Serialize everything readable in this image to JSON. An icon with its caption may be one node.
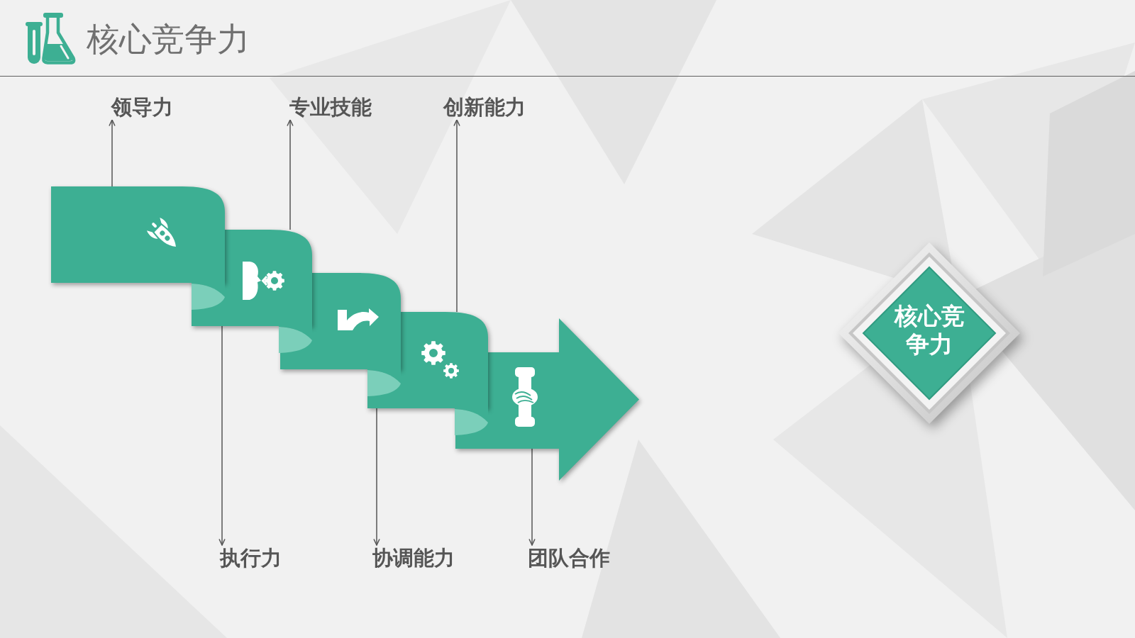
{
  "diagram": {
    "title": "核心竞争力",
    "nodes": [
      {
        "text": [
          "领导力"
        ]
      },
      {
        "text": [
          "专业技能"
        ]
      },
      {
        "text": [
          "创新能力"
        ]
      },
      {
        "text": [],
        "shape": "box"
      },
      {
        "text": [],
        "shape": "box"
      },
      {
        "text": [],
        "shape": "box"
      },
      {
        "text": [],
        "shape": "box"
      },
      {
        "text": [],
        "shape": "arrow"
      },
      {
        "text": [
          "核心竞争力"
        ]
      },
      {
        "text": [
          "执行力"
        ]
      },
      {
        "text": [
          "协调能力"
        ]
      },
      {
        "text": [
          "团队合作"
        ]
      }
    ],
    "edges": [
      {
        "from": 3,
        "to": 0,
        "arrow": "to"
      },
      {
        "from": 4,
        "to": 1,
        "arrow": "to"
      },
      {
        "from": 6,
        "to": 2,
        "arrow": "to"
      },
      {
        "from": 4,
        "to": 9,
        "arrow": "to"
      },
      {
        "from": 6,
        "to": 10,
        "arrow": "to"
      },
      {
        "from": 7,
        "to": 11,
        "arrow": "to"
      }
    ]
  }
}
